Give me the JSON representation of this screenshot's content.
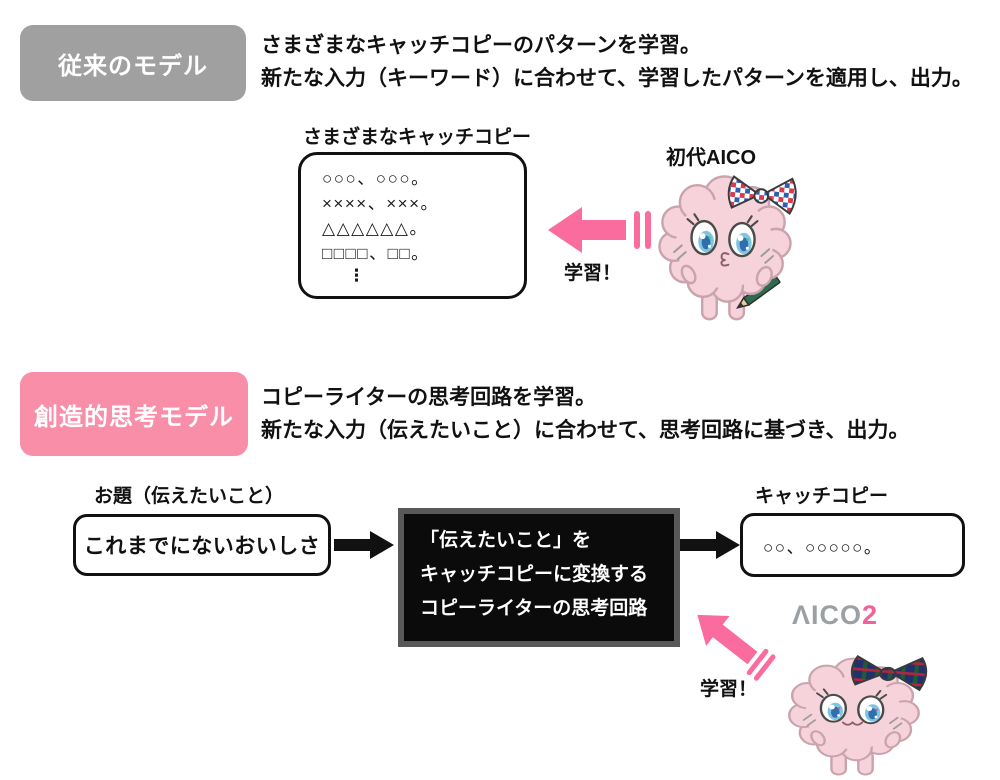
{
  "conventional": {
    "badge_label": "従来のモデル",
    "description": [
      "さまざまなキャッチコピーのパターンを学習。",
      "新たな入力（キーワード）に合わせて、学習したパターンを適用し、出力。"
    ],
    "patterns_box": {
      "label": "さまざまなキャッチコピー",
      "lines": [
        "○○○、○○○。",
        "××××、×××。",
        "△△△△△△。",
        "□□□□、□□。",
        "⋮"
      ]
    },
    "learn_label": "学習！",
    "character_name": "初代AICO"
  },
  "creative": {
    "badge_label": "創造的思考モデル",
    "description": [
      "コピーライターの思考回路を学習。",
      "新たな入力（伝えたいこと）に合わせて、思考回路に基づき、出力。"
    ],
    "input_box": {
      "label": "お題（伝えたいこと）",
      "text": "これまでにないおいしさ"
    },
    "process_box": {
      "lines": [
        "「伝えたいこと」を",
        "キャッチコピーに変換する",
        "コピーライターの思考回路"
      ]
    },
    "output_box": {
      "label": "キャッチコピー",
      "text": "○○、○○○○○。"
    },
    "learn_label": "学習！",
    "logo": {
      "main": "ΛICO",
      "suffix": "2"
    }
  },
  "colors": {
    "badge_gray": "#a0a0a0",
    "badge_pink": "#f88ea8",
    "arrow_pink": "#fa6b9e",
    "flow_arrow_black": "#111111",
    "process_box_bg": "#0b0b0b",
    "process_box_border": "#595959",
    "logo_gray": "#9aa0a3",
    "logo_pink": "#f2619b",
    "character_body_pink": "#f6d2da"
  }
}
